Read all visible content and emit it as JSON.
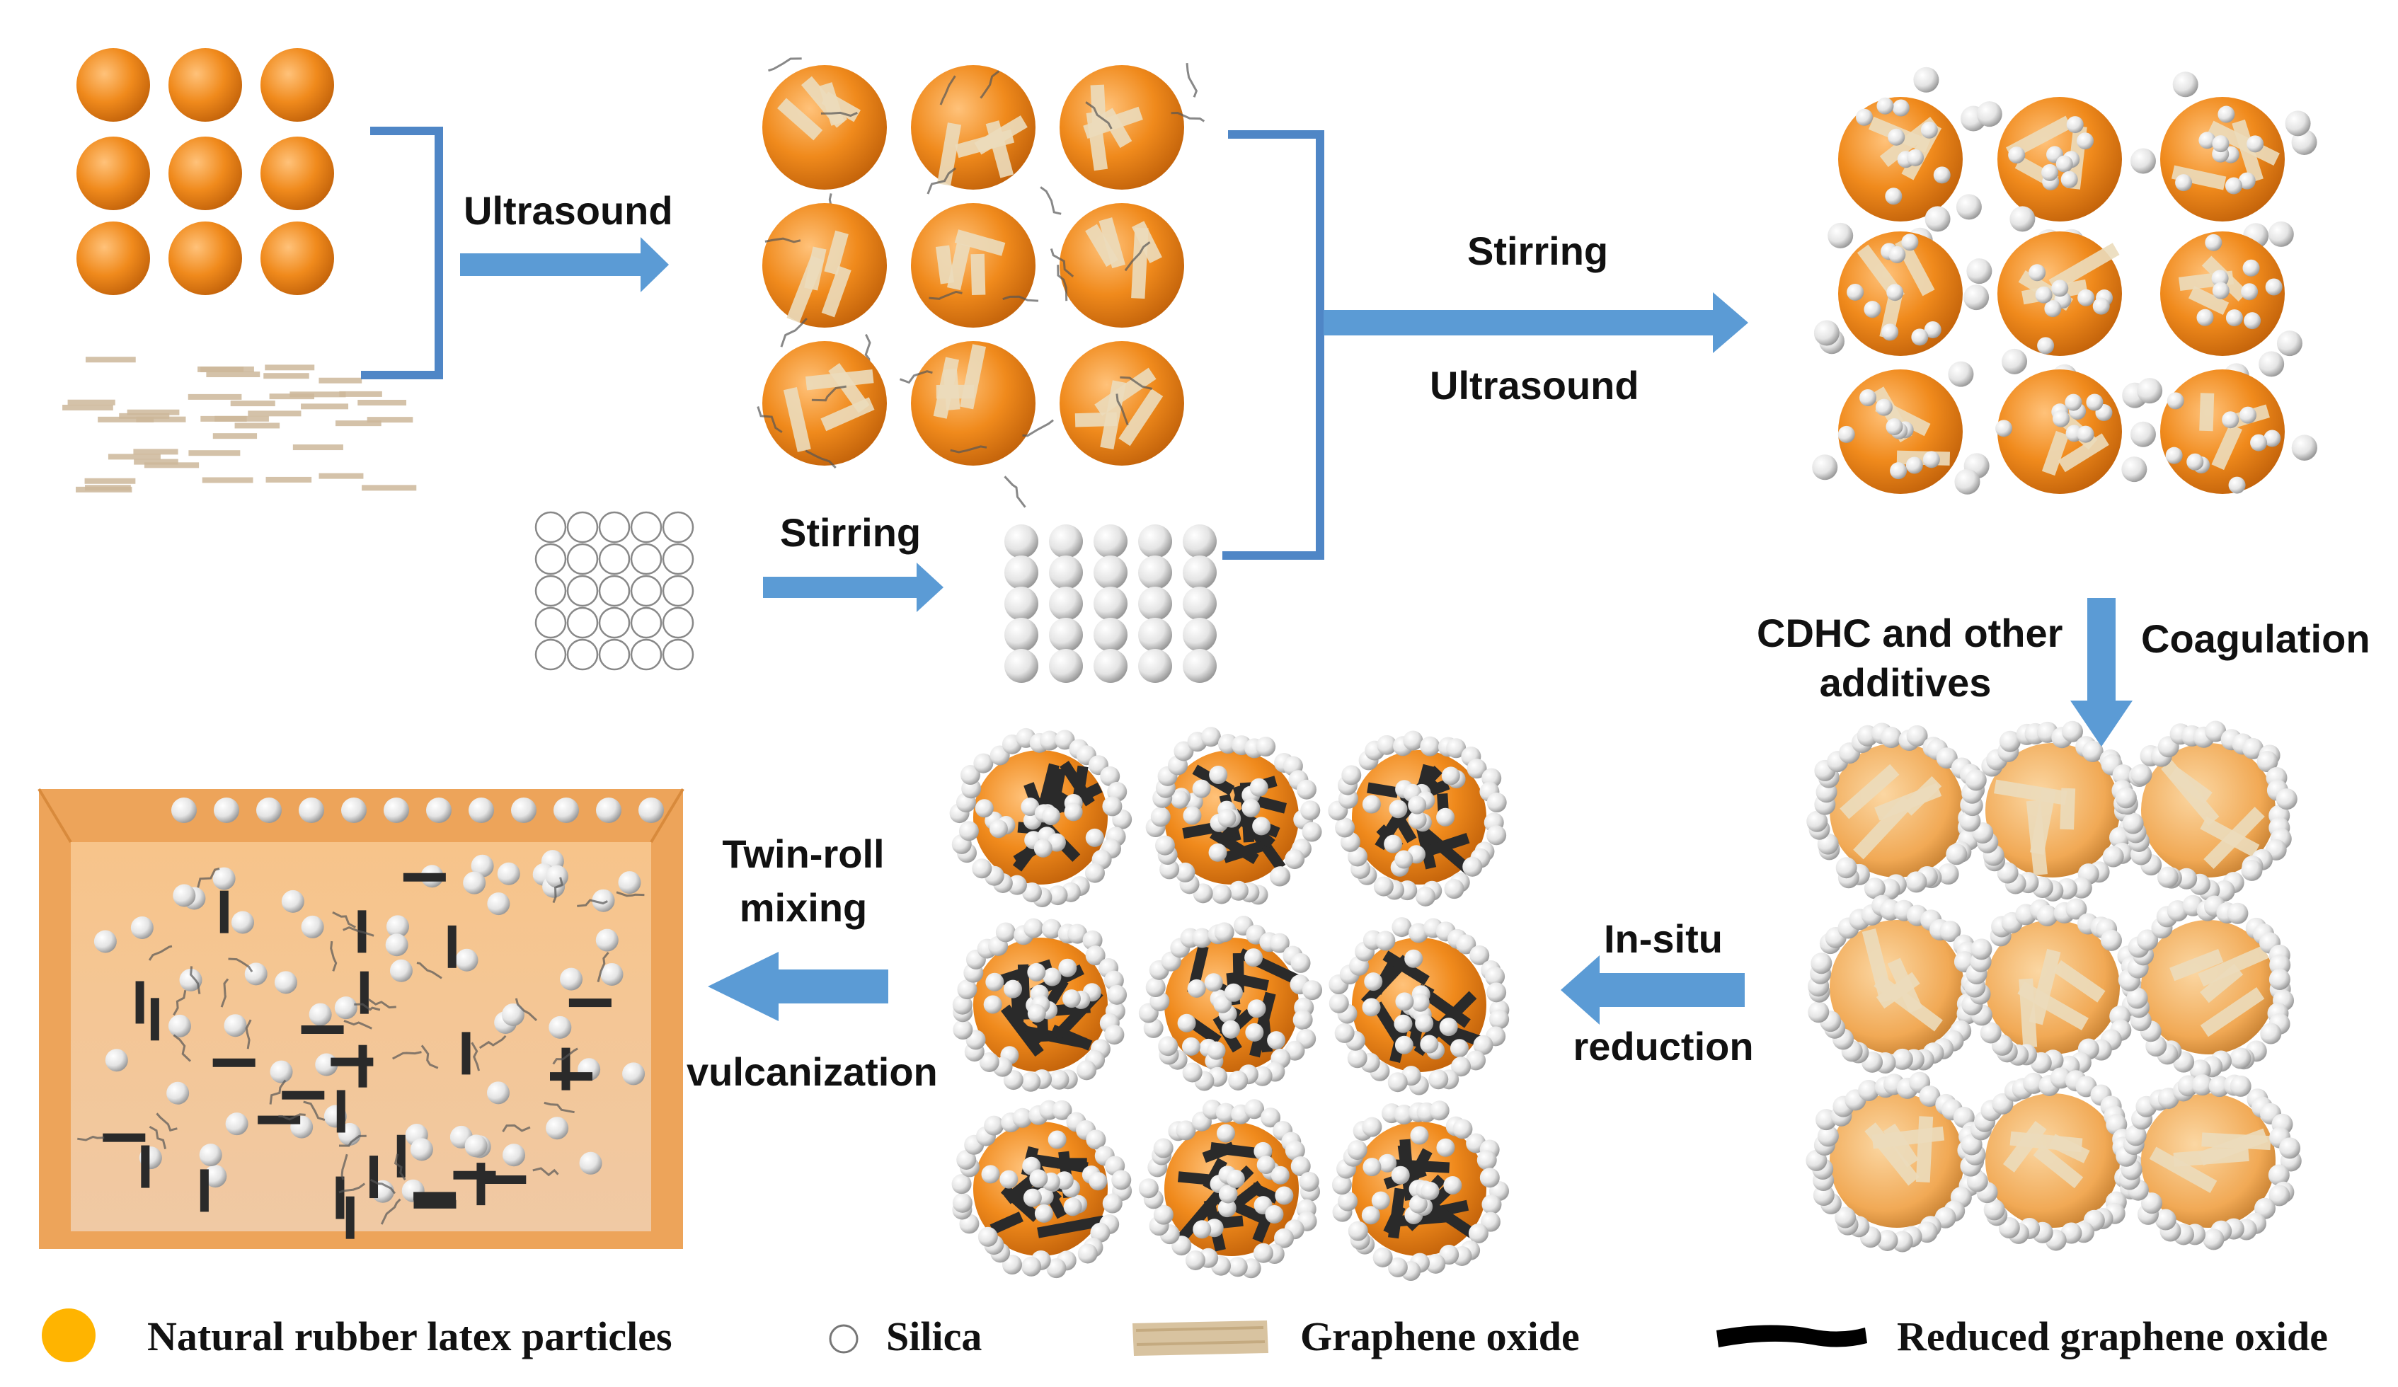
{
  "colors": {
    "rubber": "#f08a1c",
    "rubber_shade": "#c2620a",
    "graphene_oxide": "#e2d2b0",
    "reduced_graphene_oxide": "#2a2a2a",
    "silica": "#e8e8e8",
    "arrow": "#5b9bd5",
    "bracket": "#4f86c6",
    "composite": "#f4b26a",
    "legend_rubber": "#ffb400"
  },
  "steps": {
    "ultrasound_1": "Ultrasound",
    "stirring_top": "Stirring",
    "ultrasound_2": "Ultrasound",
    "stirring_silica": "Stirring",
    "cdhc_line1": "CDHC and other",
    "cdhc_line2": "additives",
    "coagulation": "Coagulation",
    "insitu_line1": "In-situ",
    "insitu_line2": "reduction",
    "twinroll_line1": "Twin-roll",
    "twinroll_line2": "mixing",
    "vulcanization": "vulcanization"
  },
  "legend": {
    "rubber": "Natural rubber latex particles",
    "silica": "Silica",
    "graphene_oxide": "Graphene oxide",
    "reduced_graphene_oxide": "Reduced graphene oxide"
  },
  "icons": {
    "rubber": "orange-sphere-icon",
    "silica": "white-sphere-icon",
    "graphene_oxide": "beige-sheet-icon",
    "reduced_graphene_oxide": "black-sheet-icon"
  }
}
